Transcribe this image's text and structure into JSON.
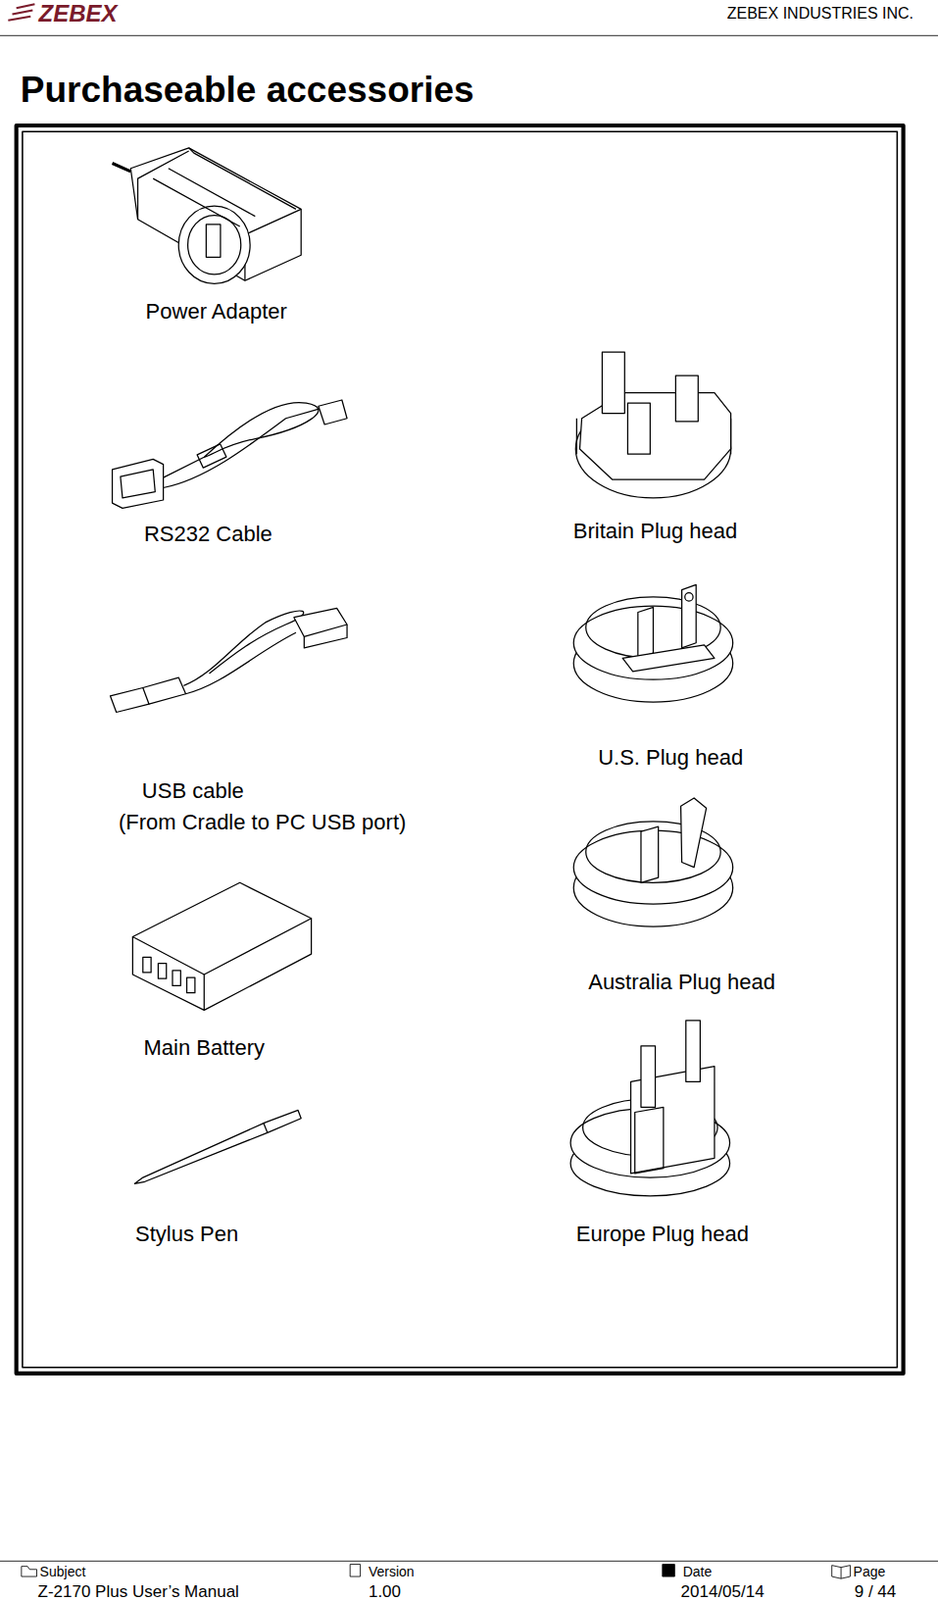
{
  "diagram": {
    "title": "Purchaseable accessories",
    "labels": [
      "ZEBEX",
      "ZEBEX INDUSTRIES INC.",
      "Power Adapter",
      "RS232 Cable",
      "Britain Plug head",
      "U.S. Plug head",
      "USB cable",
      "(From Cradle to PC USB port)",
      "Australia Plug head",
      "Main Battery",
      "Stylus Pen",
      "Europe Plug head",
      "Subject",
      "Version",
      "Date",
      "Page",
      "Z-2170 Plus User’s Manual",
      "1.00",
      "2014/05/14",
      "9 / 44"
    ]
  }
}
